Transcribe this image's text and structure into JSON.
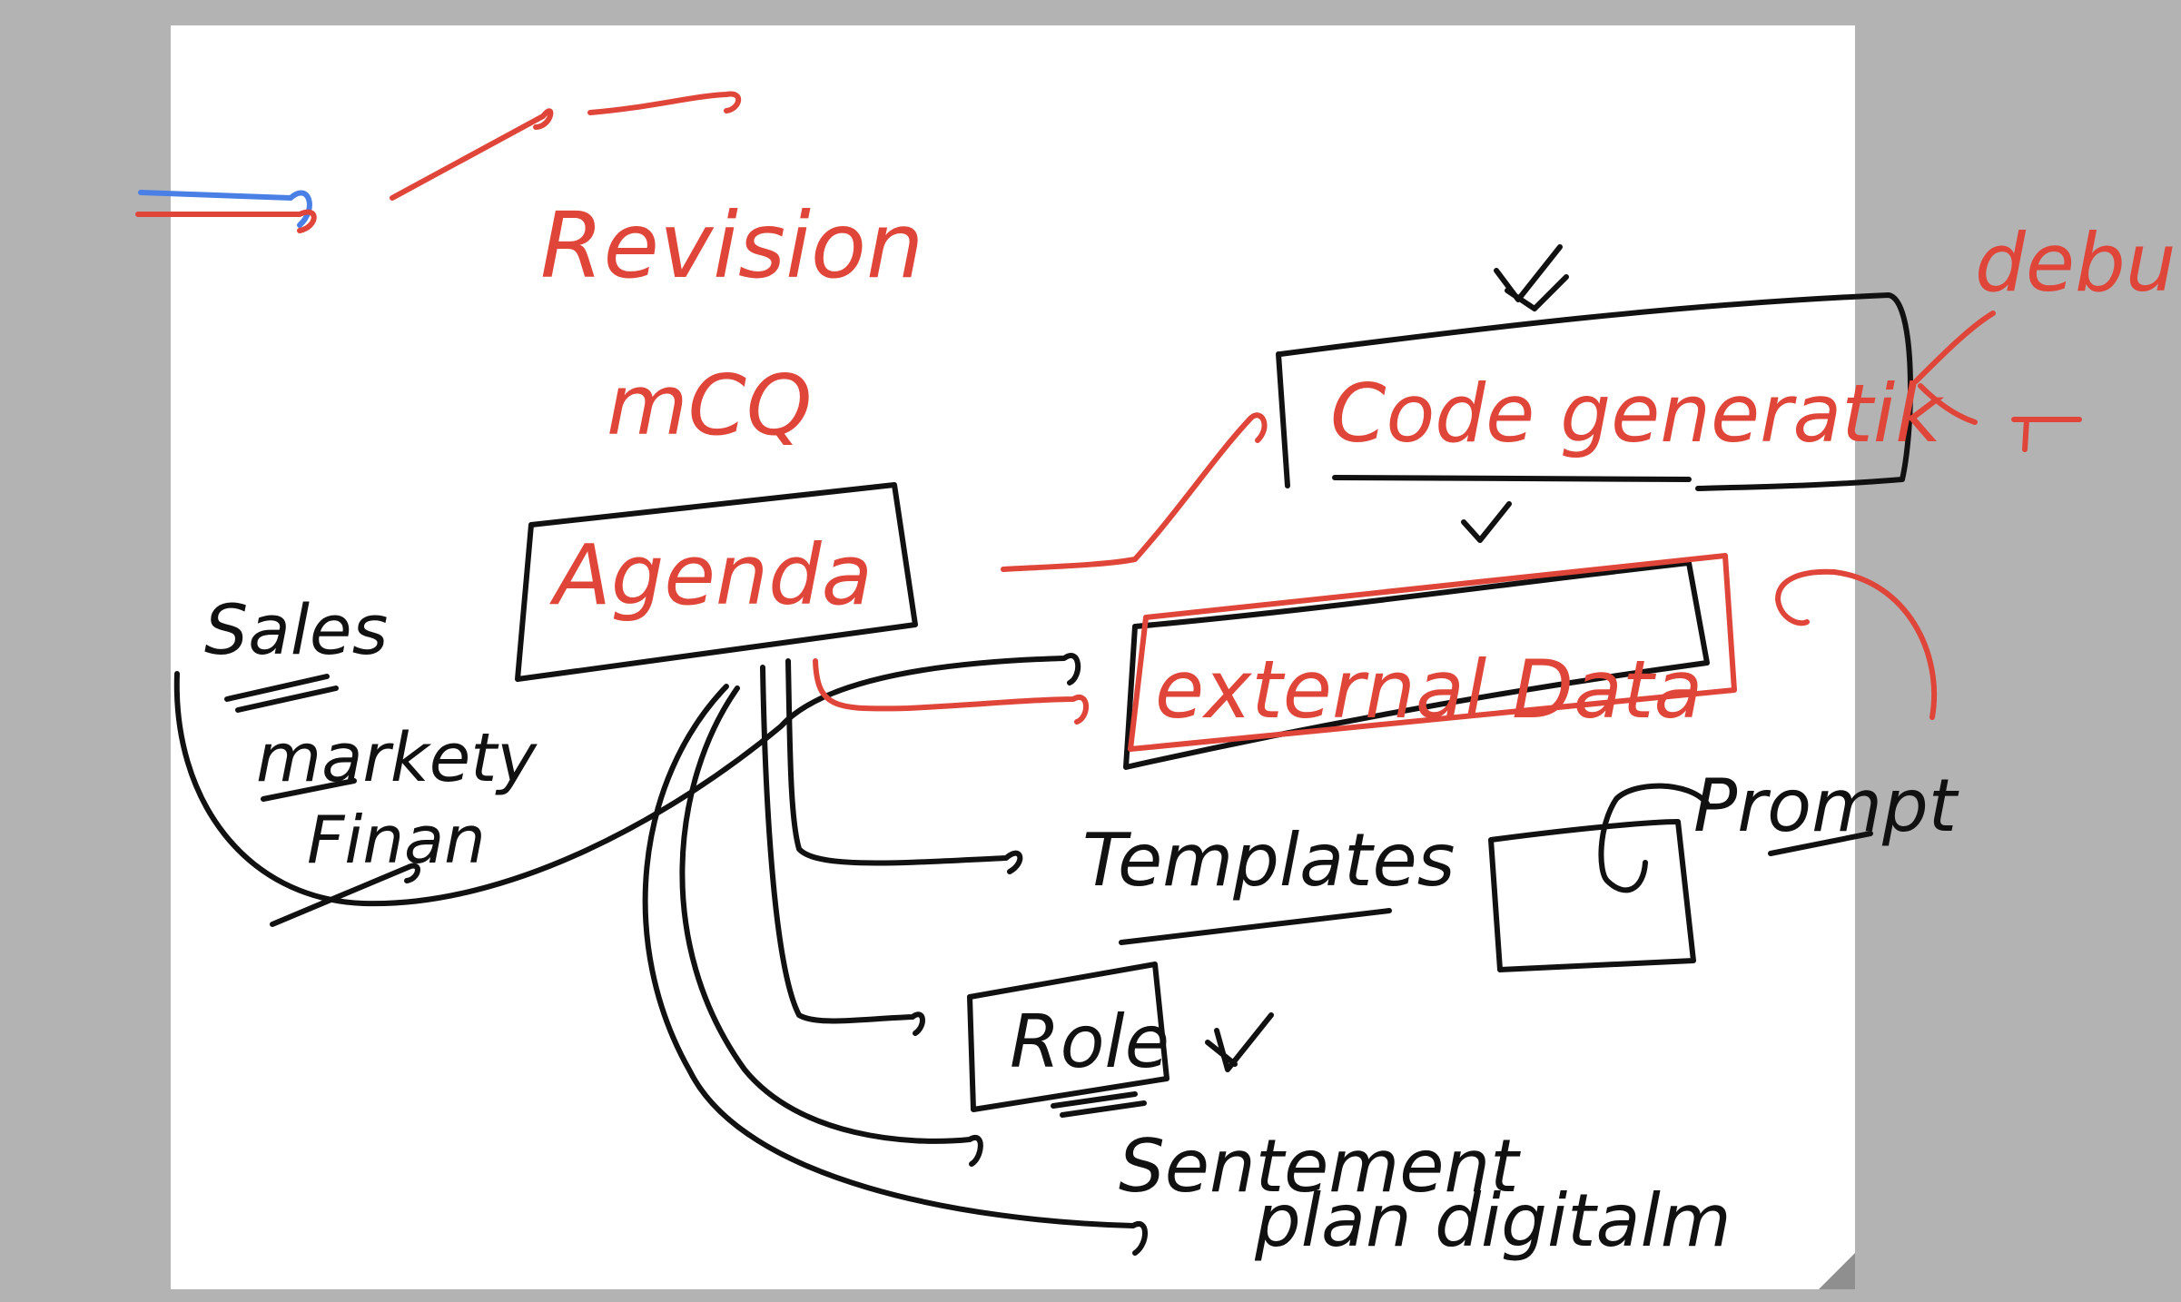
{
  "colors": {
    "ink_red": "#e0453a",
    "ink_black": "#111111",
    "ink_blue": "#4a7fe6",
    "background": "#b3b3b3",
    "page": "#ffffff"
  },
  "notes": {
    "revision": "Revision",
    "mcq": "mCQ",
    "agenda": "Agenda",
    "code_generation": "Code generatik",
    "debug": "debu",
    "external_data": "external Data",
    "templates": "Templates",
    "prompt": "Prompt",
    "role": "Role",
    "sentiment": "Sentement",
    "plan_digital": "plan digitalm",
    "sales": "Sales",
    "marketing": "markety",
    "finance": "Finan"
  }
}
